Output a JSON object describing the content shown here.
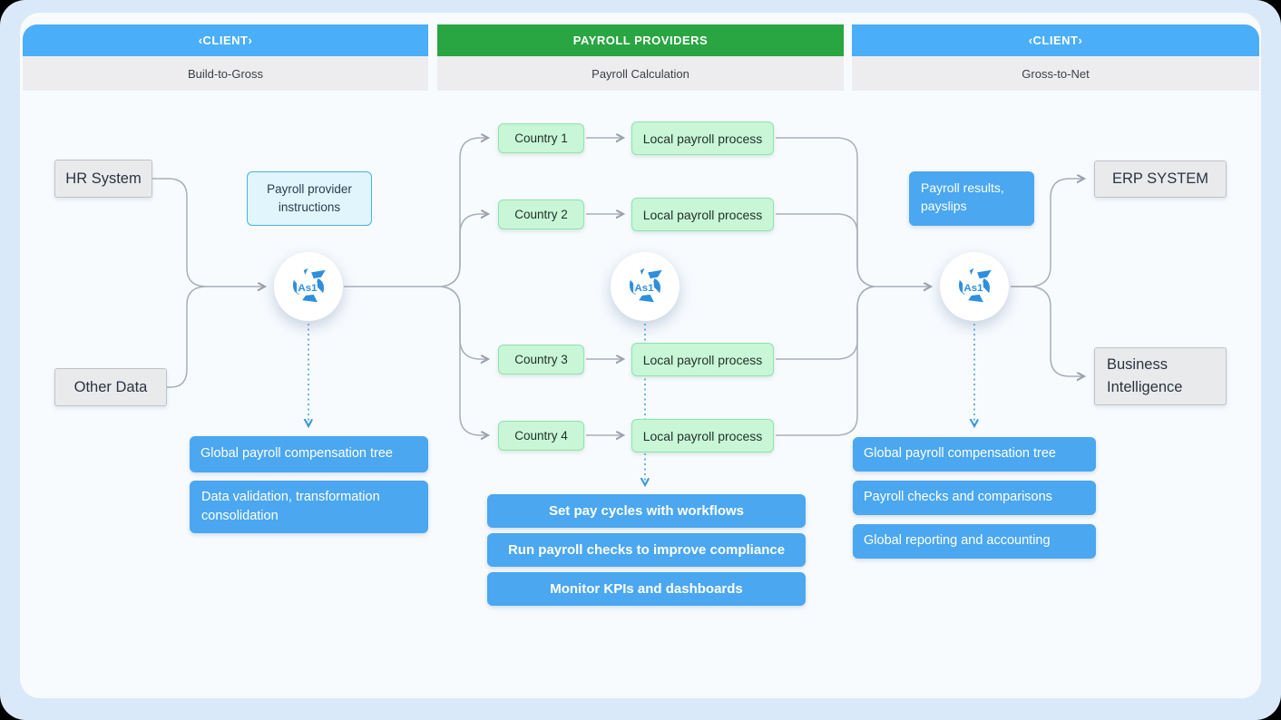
{
  "columns": {
    "left": {
      "header": "‹CLIENT›",
      "subheader": "Build-to-Gross"
    },
    "middle": {
      "header": "PAYROLL PROVIDERS",
      "subheader": "Payroll Calculation"
    },
    "right": {
      "header": "‹CLIENT›",
      "subheader": "Gross-to-Net"
    }
  },
  "left": {
    "hr_system": "HR System",
    "other_data": "Other Data",
    "instructions": "Payroll provider instructions",
    "outputs": [
      "Global payroll compensation tree",
      "Data validation, transformation consolidation"
    ]
  },
  "middle": {
    "countries": [
      "Country 1",
      "Country 2",
      "Country 3",
      "Country 4"
    ],
    "local_process": "Local payroll process",
    "actions": [
      "Set pay cycles with workflows",
      "Run payroll checks to improve compliance",
      "Monitor KPIs and dashboards"
    ]
  },
  "right": {
    "results": "Payroll results, payslips",
    "erp": "ERP SYSTEM",
    "bi": "Business Intelligence",
    "outputs": [
      "Global payroll compensation tree",
      "Payroll checks and comparisons",
      "Global reporting and accounting"
    ]
  },
  "logo": {
    "label": "As1"
  },
  "colors": {
    "header_blue": "#4baef8",
    "header_green": "#29a542",
    "subheader_gray": "#ededef",
    "accent_blue": "#4aa7f0",
    "green_box_bg": "#c9f6d7",
    "green_box_border": "#8fe3ad",
    "instruction_bg": "#e0f5fc",
    "instruction_border": "#45b5e6",
    "connector_gray": "#a9afb7",
    "dashed_blue": "#3e9ad9"
  }
}
